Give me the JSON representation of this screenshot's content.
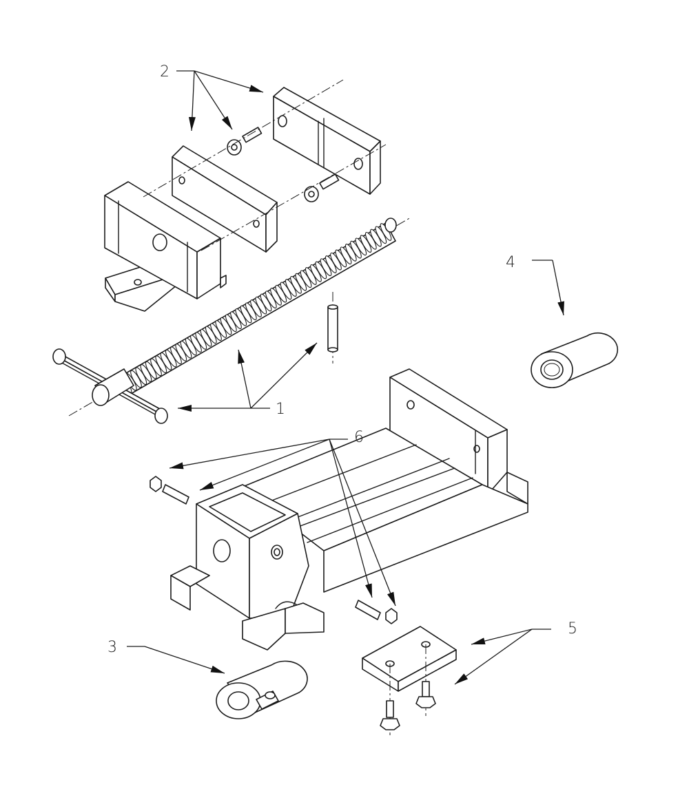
{
  "diagram": {
    "callouts": [
      {
        "id": "1",
        "label": "1"
      },
      {
        "id": "2",
        "label": "2"
      },
      {
        "id": "3",
        "label": "3"
      },
      {
        "id": "4",
        "label": "4"
      },
      {
        "id": "5",
        "label": "5"
      },
      {
        "id": "6",
        "label": "6"
      }
    ]
  },
  "colors": {
    "line": "#1a1a1a",
    "background": "#ffffff"
  }
}
